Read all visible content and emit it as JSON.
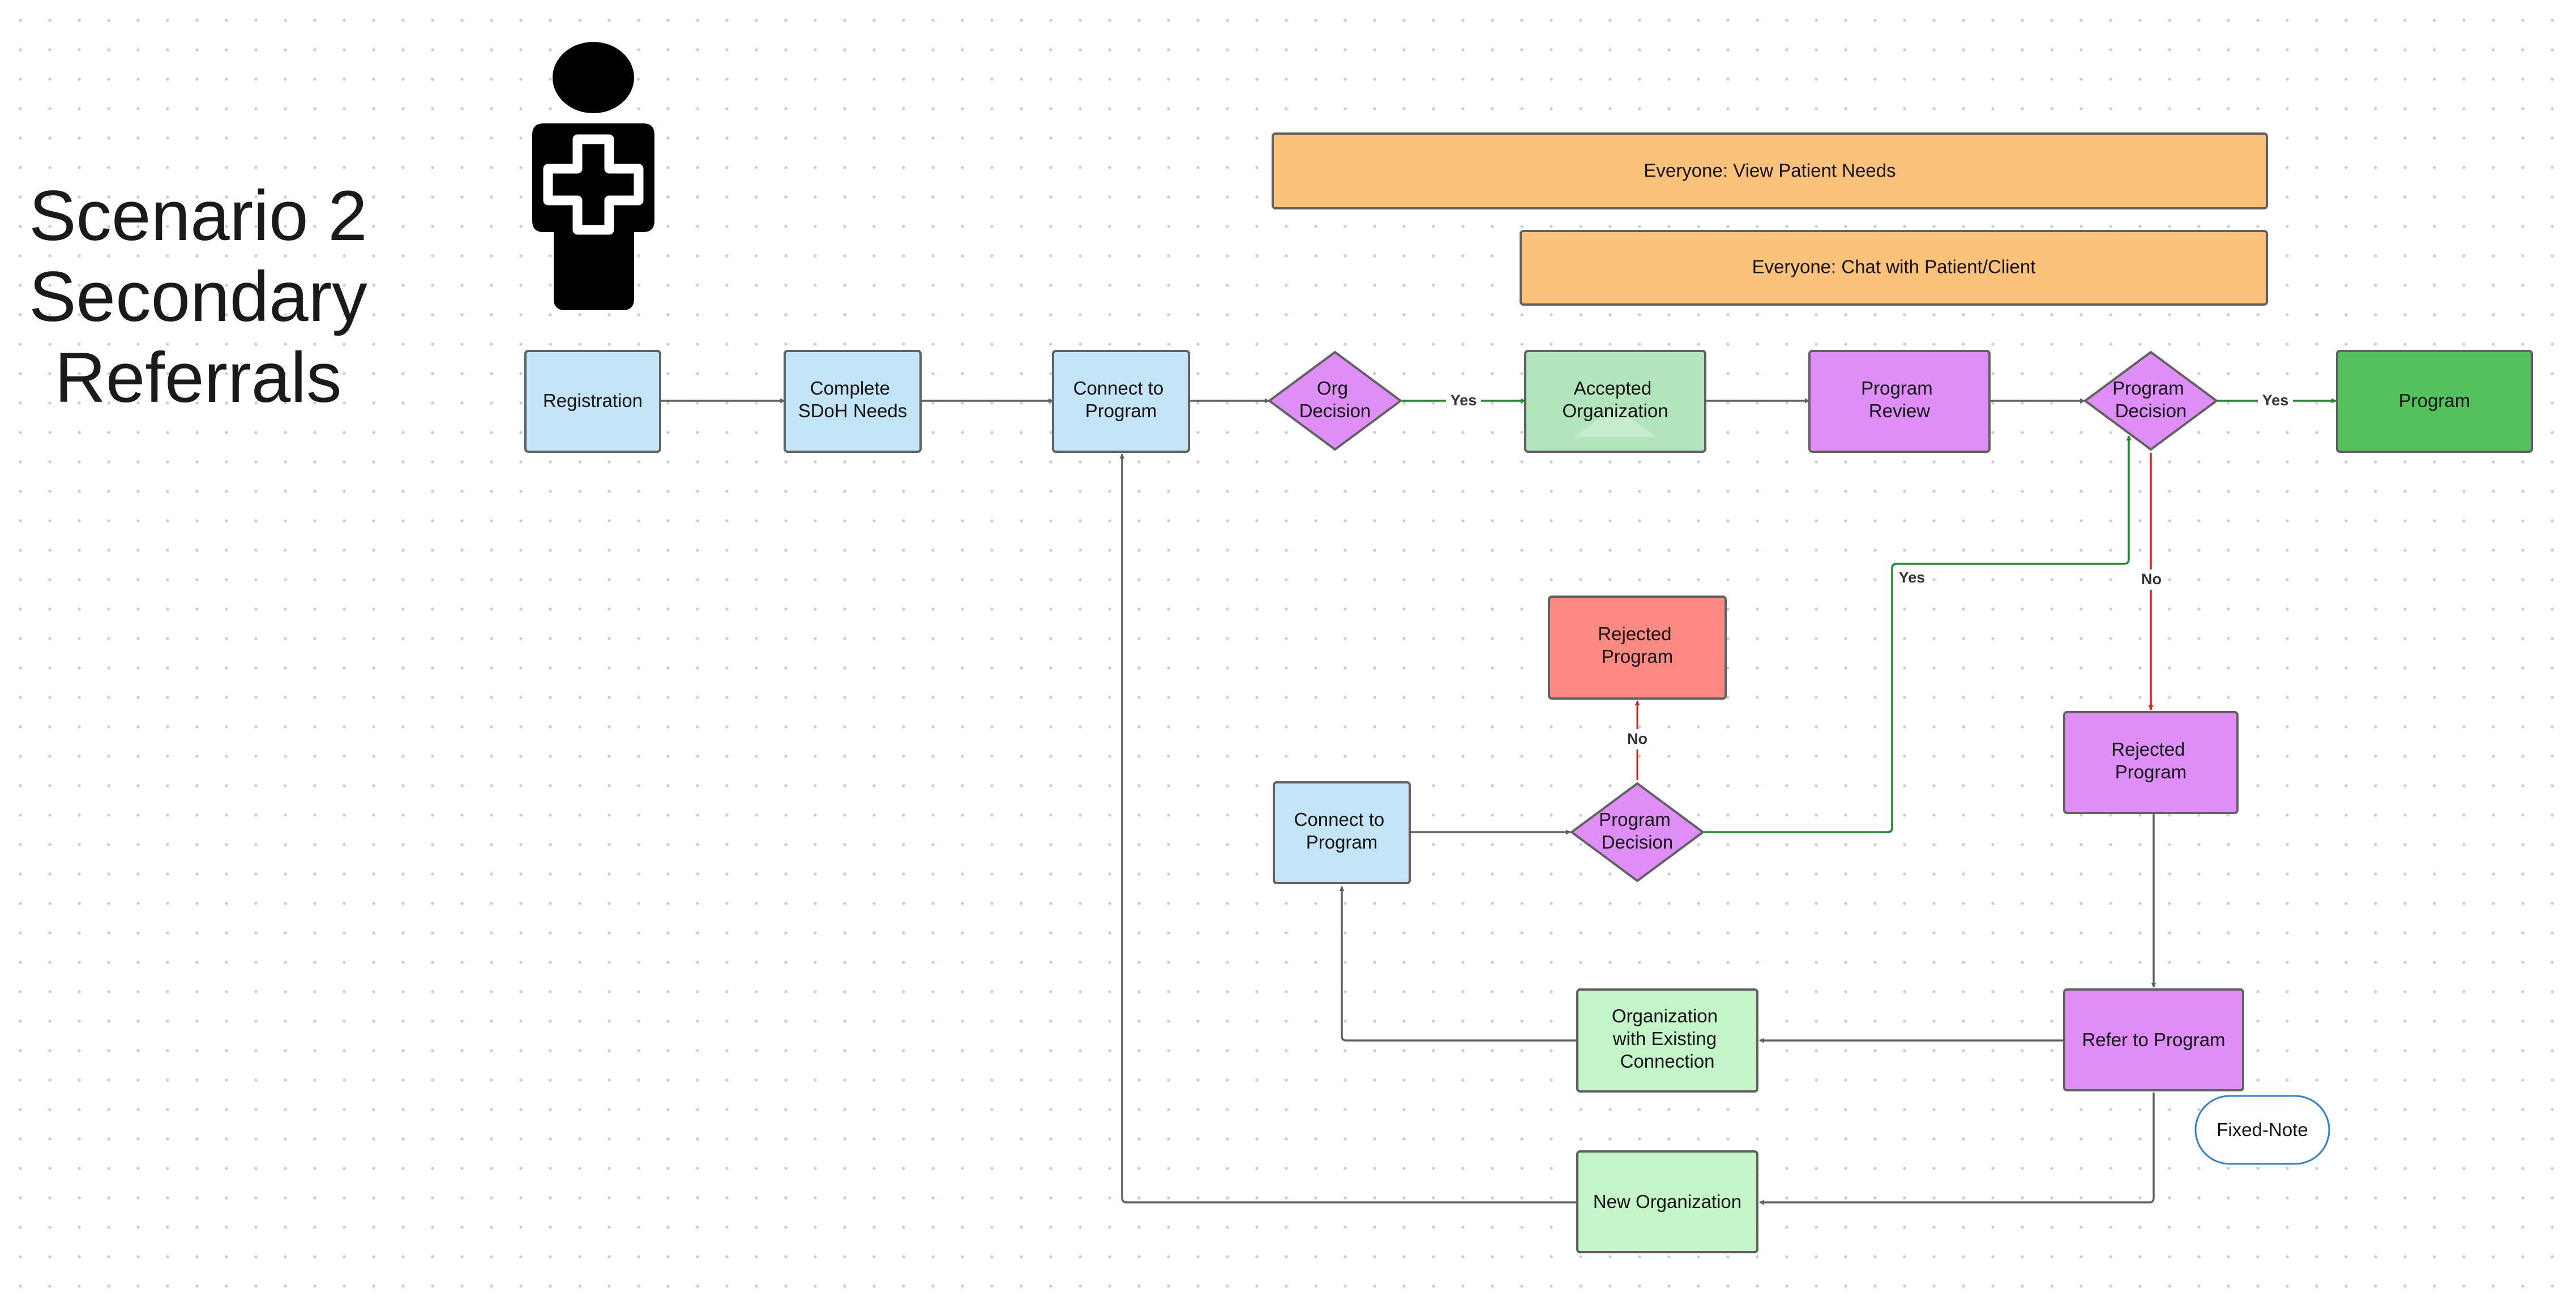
{
  "title": {
    "line1": "Scenario 2",
    "line2": "Secondary",
    "line3": "Referrals"
  },
  "colors": {
    "blue_fill": "#c3e4f7",
    "purple_fill": "#e08ef7",
    "light_green_fill": "#b3e5bd",
    "pale_green_fill": "#c4f5c8",
    "green_fill": "#54c25c",
    "red_fill": "#fd8a82",
    "orange_fill": "#fdc27a",
    "stroke": "#616161",
    "yes_arrow": "#1f8a2e",
    "no_arrow": "#d92020",
    "note_border": "#2f7fd1"
  },
  "banners": {
    "view_needs": "Everyone: View Patient Needs",
    "chat": "Everyone: Chat with Patient/Client"
  },
  "nodes": {
    "registration": [
      "Registration"
    ],
    "complete_sdoh": [
      "Complete",
      "SDoH Needs"
    ],
    "connect_program_top": [
      "Connect to",
      "Program"
    ],
    "org_decision": [
      "Org",
      "Decision"
    ],
    "accepted_org": [
      "Accepted",
      "Organization"
    ],
    "program_review": [
      "Program",
      "Review"
    ],
    "program_decision_top": [
      "Program",
      "Decision"
    ],
    "program_final": [
      "Program"
    ],
    "rejected_program_red": [
      "Rejected",
      "Program"
    ],
    "rejected_program_purple": [
      "Rejected",
      "Program"
    ],
    "connect_program_mid": [
      "Connect to",
      "Program"
    ],
    "program_decision_mid": [
      "Program",
      "Decision"
    ],
    "refer_to_program": [
      "Refer to Program"
    ],
    "org_existing": [
      "Organization",
      "with Existing",
      "Connection"
    ],
    "new_org": [
      "New Organization"
    ],
    "fixed_note": [
      "Fixed-Note"
    ]
  },
  "edge_labels": {
    "org_yes": "Yes",
    "program_yes": "Yes",
    "program_no": "No",
    "mid_yes": "Yes",
    "mid_no": "No"
  }
}
